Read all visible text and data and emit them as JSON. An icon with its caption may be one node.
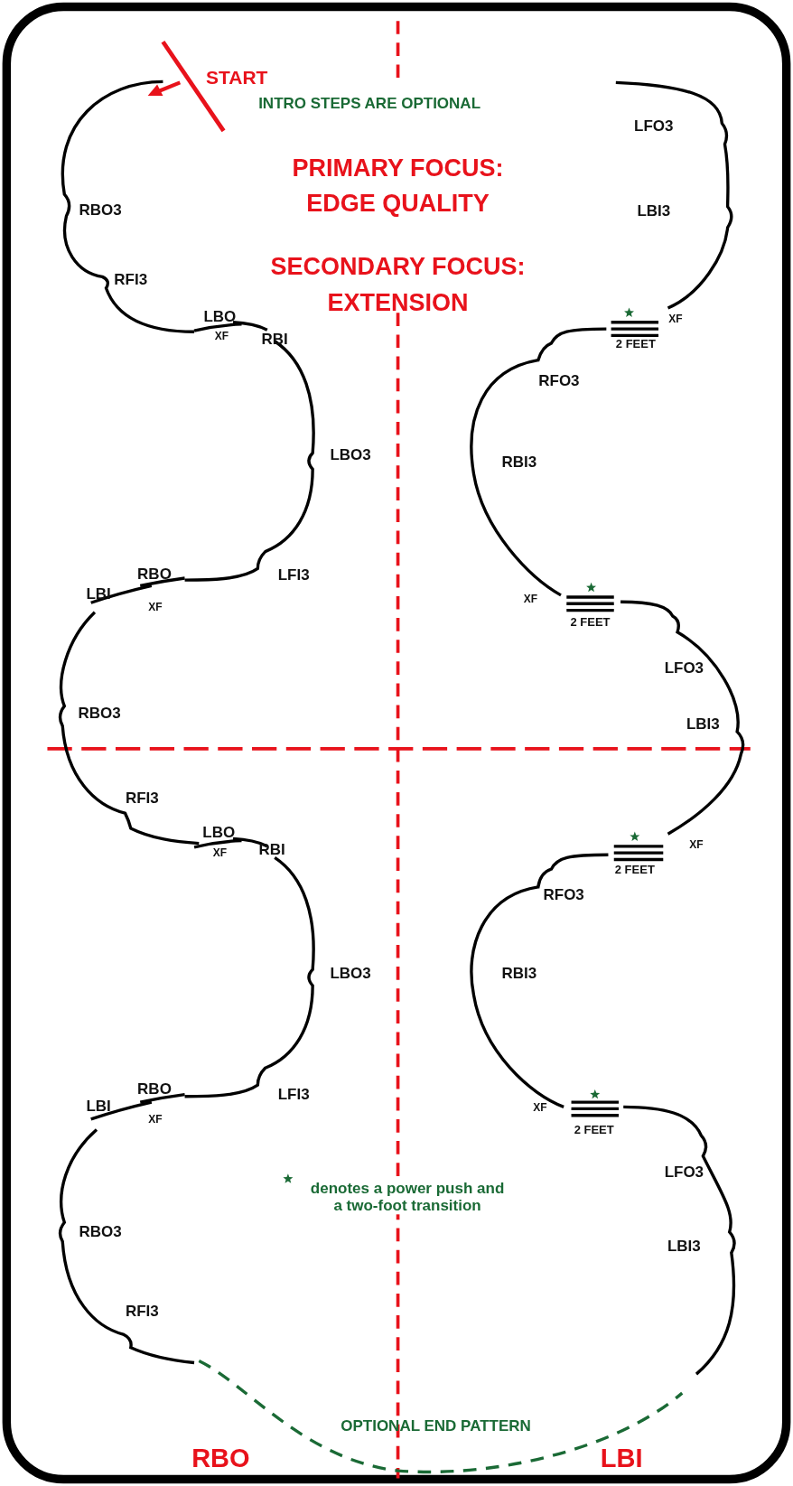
{
  "diagram": {
    "labels": [
      "START",
      "INTRO STEPS ARE OPTIONAL",
      "LFO3",
      "PRIMARY FOCUS:",
      "EDGE QUALITY",
      "RBO3",
      "LBI3",
      "RFI3",
      "SECONDARY FOCUS:",
      "EXTENSION",
      "XF",
      "LBO",
      "2 FEET",
      "XF",
      "RBI",
      "RFO3",
      "LBO3",
      "RBI3",
      "RBO",
      "LFI3",
      "LBI",
      "XF",
      "XF",
      "2 FEET",
      "LFO3",
      "RBO3",
      "LBI3",
      "RFI3",
      "LBO",
      "XF",
      "XF",
      "RBI",
      "2 FEET",
      "RFO3",
      "LBO3",
      "RBI3",
      "RBO",
      "LFI3",
      "LBI",
      "XF",
      "XF",
      "2 FEET",
      "LFO3",
      "denotes a power push and a two-foot transition",
      "RBO3",
      "LBI3",
      "RFI3",
      "OPTIONAL END PATTERN",
      "RBO",
      "LBI"
    ]
  }
}
